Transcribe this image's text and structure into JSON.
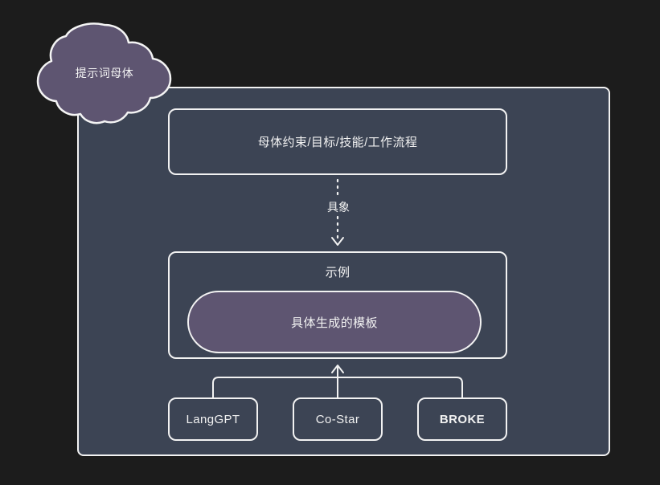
{
  "diagram": {
    "background_color": "#1c1c1c",
    "panel_color": "#3c4454",
    "stroke_color": "#f2f2f2",
    "accent_color": "#5e5571",
    "cloud": {
      "label": "提示词母体",
      "shape": "cloud-callout"
    },
    "nodes": {
      "constraints_box": {
        "label": "母体约束/目标/技能/工作流程"
      },
      "example_box": {
        "title": "示例",
        "template_pill": {
          "label": "具体生成的模板"
        }
      },
      "leaves": [
        {
          "label": "LangGPT",
          "bold": false
        },
        {
          "label": "Co-Star",
          "bold": false
        },
        {
          "label": "BROKE",
          "bold": true
        }
      ]
    },
    "connectors": {
      "dotted_down": {
        "label": "具象",
        "style": "dotted",
        "direction": "down"
      },
      "merge_up": {
        "style": "solid",
        "direction": "up"
      }
    }
  }
}
